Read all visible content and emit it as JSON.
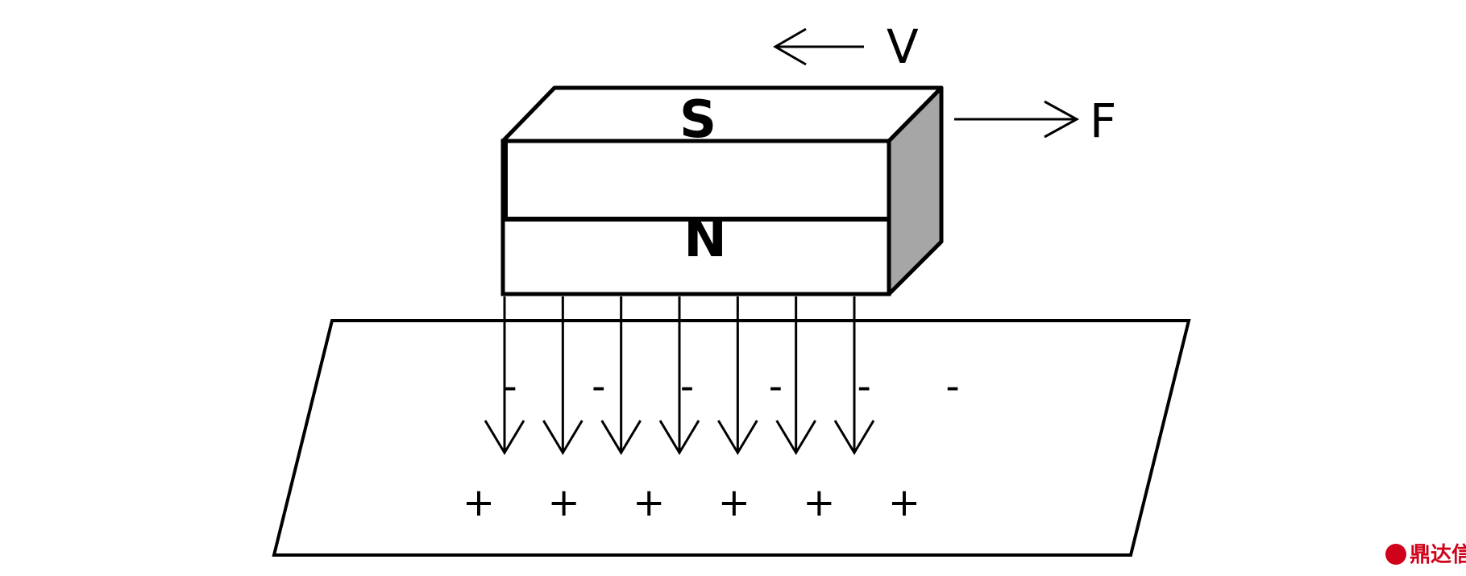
{
  "diagram": {
    "magnet": {
      "top_pole": "S",
      "bottom_pole": "N",
      "side_fill": "#a6a6a6"
    },
    "velocity": {
      "label": "V",
      "direction": "left"
    },
    "force": {
      "label": "F",
      "direction": "right"
    },
    "field_line_count": 7,
    "minus_sign": "-",
    "plus_sign": "+",
    "minus_count": 6,
    "plus_count": 6
  },
  "watermark": {
    "text": "鼎达信",
    "color": "#d0021b"
  }
}
